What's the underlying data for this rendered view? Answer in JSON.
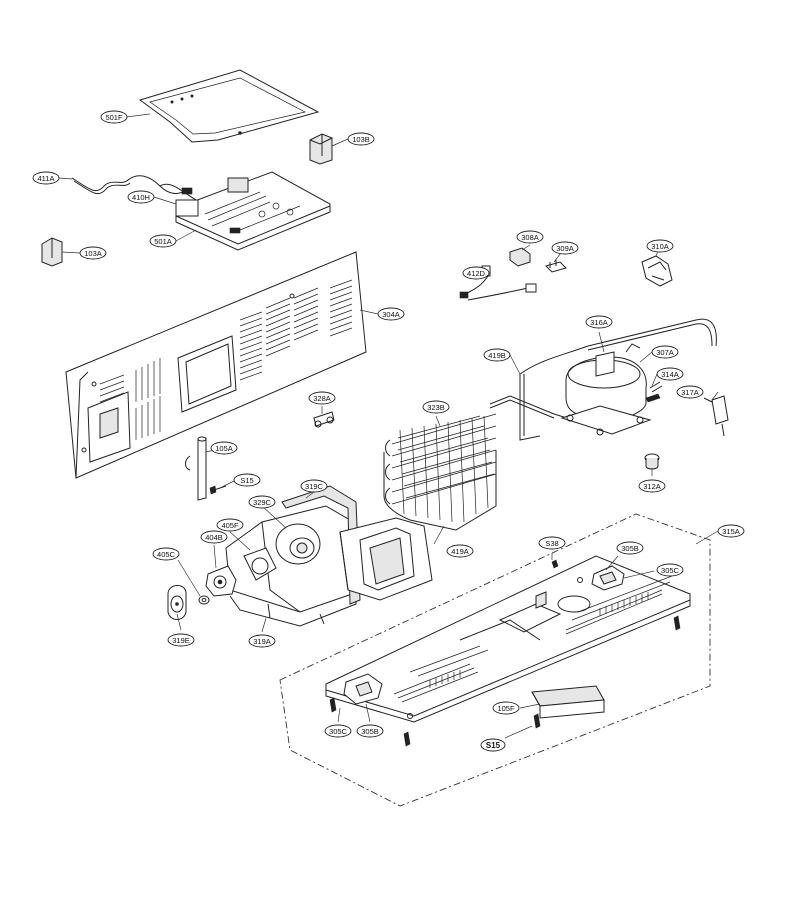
{
  "parts": [
    {
      "id": "p501F",
      "label": "501F"
    },
    {
      "id": "p103B",
      "label": "103B"
    },
    {
      "id": "p411A",
      "label": "411A"
    },
    {
      "id": "p410H",
      "label": "410H"
    },
    {
      "id": "p501A",
      "label": "501A"
    },
    {
      "id": "p103A",
      "label": "103A"
    },
    {
      "id": "p308A",
      "label": "308A"
    },
    {
      "id": "p309A",
      "label": "309A"
    },
    {
      "id": "p310A",
      "label": "310A"
    },
    {
      "id": "p412D",
      "label": "412D"
    },
    {
      "id": "p304A",
      "label": "304A"
    },
    {
      "id": "p316A",
      "label": "316A"
    },
    {
      "id": "p419B",
      "label": "419B"
    },
    {
      "id": "p307A",
      "label": "307A"
    },
    {
      "id": "p314A",
      "label": "314A"
    },
    {
      "id": "p317A",
      "label": "317A"
    },
    {
      "id": "p328A",
      "label": "328A"
    },
    {
      "id": "p323B",
      "label": "323B"
    },
    {
      "id": "p105A",
      "label": "105A"
    },
    {
      "id": "pS15a",
      "label": "S15"
    },
    {
      "id": "p312A",
      "label": "312A"
    },
    {
      "id": "p319C",
      "label": "319C"
    },
    {
      "id": "p329C",
      "label": "329C"
    },
    {
      "id": "p404B",
      "label": "404B"
    },
    {
      "id": "p405F",
      "label": "405F"
    },
    {
      "id": "p405C",
      "label": "405C"
    },
    {
      "id": "p419A",
      "label": "419A"
    },
    {
      "id": "p315A",
      "label": "315A"
    },
    {
      "id": "pS38",
      "label": "S38"
    },
    {
      "id": "p305Ba",
      "label": "305B"
    },
    {
      "id": "p305Ca",
      "label": "305C"
    },
    {
      "id": "p319E",
      "label": "319E"
    },
    {
      "id": "p319A",
      "label": "319A"
    },
    {
      "id": "p105F",
      "label": "105F"
    },
    {
      "id": "p305Cb",
      "label": "305C"
    },
    {
      "id": "p305Bb",
      "label": "305B"
    },
    {
      "id": "pS15b",
      "label": "S15"
    }
  ]
}
